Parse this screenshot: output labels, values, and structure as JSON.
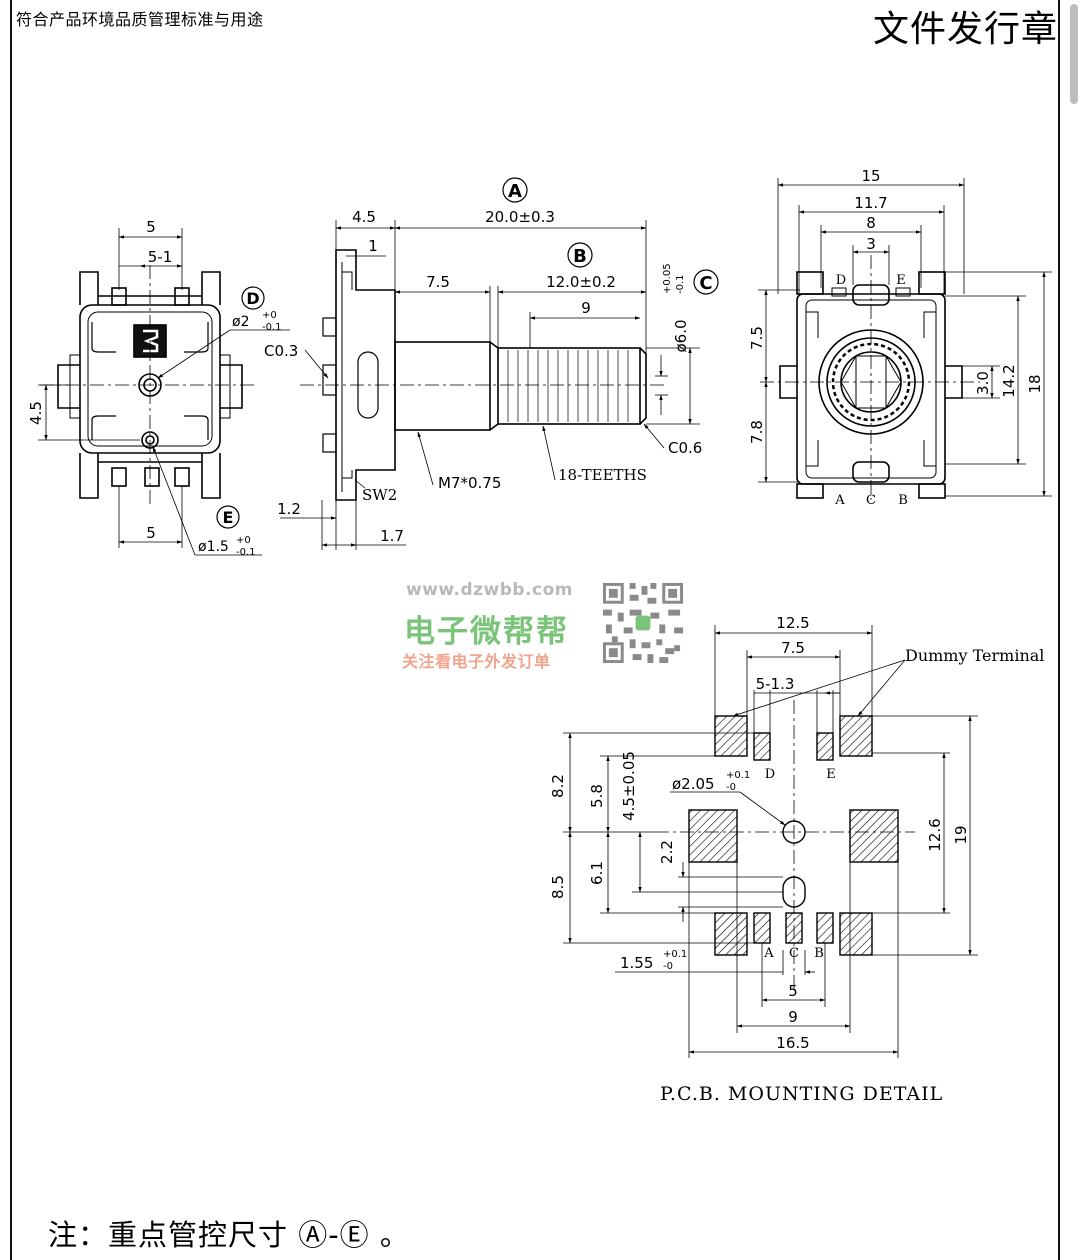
{
  "header": {
    "left_text": "符合产品环境品质管理标准与用途",
    "right_text": "文件发行章"
  },
  "views": {
    "front": {
      "dims": {
        "top_width": "5",
        "top_pitch": "5-1",
        "left_height": "4.5",
        "bottom_width": "5",
        "hole_d": "ø2",
        "hole_d_tol_up": "+0",
        "hole_d_tol_dn": "-0.1",
        "hole_e": "ø1.5",
        "hole_e_tol_up": "+0",
        "hole_e_tol_dn": "-0.1"
      },
      "callouts": {
        "d": "D",
        "e": "E"
      }
    },
    "side": {
      "dims": {
        "body": "4.5",
        "overall": "20.0±0.3",
        "flange": "1",
        "bushing": "7.5",
        "shaft": "12.0±0.2",
        "knurl": "9",
        "shaft_dia": "ø6.0",
        "shaft_dia_tol_up": "+0.05",
        "shaft_dia_tol_dn": "-0.1",
        "bottom_a": "1.2",
        "bottom_b": "1.7"
      },
      "labels": {
        "chamfer_a": "C0.3",
        "chamfer_b": "C0.6",
        "thread": "M7*0.75",
        "teeth": "18-TEETHS",
        "switch": "SW2"
      },
      "callouts": {
        "a": "A",
        "b": "B",
        "c": "C"
      }
    },
    "top": {
      "dims": {
        "w15": "15",
        "w117": "11.7",
        "w8": "8",
        "w3": "3",
        "h75": "7.5",
        "h78": "7.8",
        "h30": "3.0",
        "h142": "14.2",
        "h18": "18"
      },
      "pins": {
        "d": "D",
        "e": "E",
        "a": "A",
        "c": "C",
        "b": "B"
      }
    }
  },
  "pcb": {
    "caption": "P.C.B.  MOUNTING  DETAIL",
    "dummy_label": "Dummy Terminal",
    "dims": {
      "w125": "12.5",
      "w75": "7.5",
      "w513": "5-1.3",
      "h82": "8.2",
      "h58": "5.8",
      "h45": "4.5±0.05",
      "hole": "ø2.05",
      "hole_tol_up": "+0.1",
      "hole_tol_dn": "-0",
      "h22": "2.2",
      "h85": "8.5",
      "h61": "6.1",
      "h126": "12.6",
      "h19": "19",
      "slot": "1.55",
      "slot_tol_up": "+0.1",
      "slot_tol_dn": "-0",
      "w5": "5",
      "w9": "9",
      "w165": "16.5"
    },
    "pins": {
      "d": "D",
      "e": "E",
      "a": "A",
      "c": "C",
      "b": "B"
    }
  },
  "watermark": {
    "url": "www.dzwbb.com",
    "name": "电子微帮帮",
    "slogan": "关注看电子外发订单"
  },
  "footer": {
    "note": "注：重点管控尺寸 Ⓐ-Ⓔ 。"
  }
}
